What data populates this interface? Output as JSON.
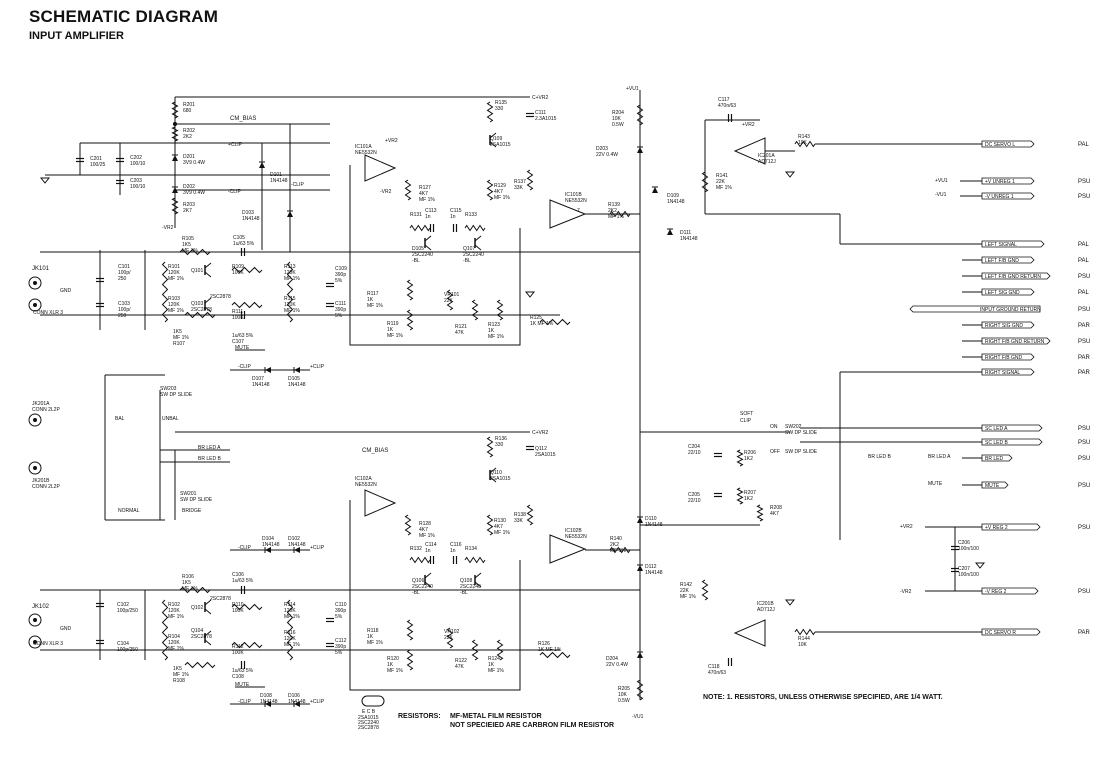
{
  "header": {
    "title": "SCHEMATIC DIAGRAM",
    "subtitle": "INPUT AMPLIFIER"
  },
  "note": "NOTE:  1. RESISTORS, UNLESS OTHERWISE SPECIFIED, ARE 1/4 WATT.",
  "resistor_legend": {
    "label": "RESISTORS:",
    "line1": "MF-METAL FILM RESISTOR",
    "line2": "NOT SPECIEIED ARE CARBRON FILM RESISTOR"
  },
  "output_signals": [
    {
      "label": "DC SERVO L",
      "dest": "PAL"
    },
    {
      "label": "+V UNREG 1",
      "dest": "PSU"
    },
    {
      "label": "-V UNREG 1",
      "dest": "PSU"
    },
    {
      "label": "LEFT SIGNAL",
      "dest": "PAL"
    },
    {
      "label": "LEFT F/B GND",
      "dest": "PAL"
    },
    {
      "label": "LEFT F/B GND RETURN",
      "dest": "PSU"
    },
    {
      "label": "LEFT SIG GND",
      "dest": "PAL"
    },
    {
      "label": "INPUT GROUND RETURN",
      "dest": "PSU"
    },
    {
      "label": "RIGHT SIG GND",
      "dest": "PAR"
    },
    {
      "label": "RIGHT F/B GND RETURN",
      "dest": "PSU"
    },
    {
      "label": "RIGHT F/B GND",
      "dest": "PAR"
    },
    {
      "label": "RIGHT SIGNAL",
      "dest": "PAR"
    },
    {
      "label": "SC LED A",
      "dest": "PSU"
    },
    {
      "label": "SC LED B",
      "dest": "PSU"
    },
    {
      "label": "BR LED",
      "dest": "PSU"
    },
    {
      "label": "MUTE",
      "dest": "PSU"
    },
    {
      "label": "+V REG 2",
      "dest": "PSU"
    },
    {
      "label": "-V REG 2",
      "dest": "PSU"
    },
    {
      "label": "DC SERVO R",
      "dest": "PAR"
    }
  ],
  "rail_labels": {
    "vu1_top": "+VU1",
    "vu1_bottom": "-VU1",
    "vr2_a": "+VR2",
    "vr2_b": "+VR2",
    "vr2_neg": "-VR2",
    "vu1_pos": "+VU1",
    "vu1_neg": "-VU1",
    "vr2_pos_in": "+VR2",
    "vr2_neg_in": "-VR2",
    "cm_bias_1": "CM_BIAS",
    "cm_bias_2": "CM_BIAS",
    "clip_pos": "+CLIP",
    "clip_neg": "-CLIP",
    "mute": "MUTE",
    "br_led_a": "BR LED A",
    "br_led_b": "BR LED B",
    "br_led_b2": "BR LED B",
    "br_led_a2": "BR LED A",
    "soft_clip": "SOFT CLIP",
    "on": "ON",
    "off": "OFF"
  },
  "components": {
    "R201": [
      "R201",
      "680"
    ],
    "R202": [
      "R202",
      "2K2"
    ],
    "R203": [
      "R203",
      "2K7"
    ],
    "D201": [
      "D201",
      "3V9 0.4W"
    ],
    "D202": [
      "D202",
      "3V9 0.4W"
    ],
    "C201": [
      "C201",
      "100/25"
    ],
    "C202": [
      "C202",
      "100/10"
    ],
    "C203": [
      "C203",
      "100/10"
    ],
    "R135": [
      "R135",
      "330"
    ],
    "R136": [
      "R136",
      "330"
    ],
    "C111": [
      "C111",
      "2.3A1015"
    ],
    "C112b": [
      "Q112",
      "2SA1015"
    ],
    "Q109": [
      "Q109",
      "2SA1015"
    ],
    "Q110": [
      "Q110",
      "2SA1015"
    ],
    "IC101A": [
      "IC101A",
      "NE5532N"
    ],
    "IC102A": [
      "IC102A",
      "NE5532N"
    ],
    "IC101B": [
      "IC101B",
      "NE5532N"
    ],
    "IC102B": [
      "IC102B",
      "NE5532N"
    ],
    "R127": [
      "R127",
      "4K7",
      "MF 1%"
    ],
    "R128": [
      "R128",
      "4K7",
      "MF 1%"
    ],
    "R129": [
      "R129",
      "4K7",
      "MF 1%"
    ],
    "R130": [
      "R130",
      "4K7",
      "MF 1%"
    ],
    "R137": [
      "R137",
      "33K"
    ],
    "R138": [
      "R138",
      "33K"
    ],
    "R131": [
      "R131"
    ],
    "R132": [
      "R132"
    ],
    "R133": [
      "R133"
    ],
    "R134": [
      "R134"
    ],
    "C113": [
      "C113",
      "1n"
    ],
    "C115": [
      "C115",
      "1n"
    ],
    "C114": [
      "C114",
      "1n"
    ],
    "C116": [
      "C116",
      "1n"
    ],
    "D105": [
      "D105",
      "2SC2240",
      "-BL"
    ],
    "Q107": [
      "Q107",
      "2SC2240",
      "-BL"
    ],
    "Q106": [
      "Q106",
      "2SC2240",
      "-BL"
    ],
    "Q108": [
      "Q108",
      "2SC2240",
      "-BL"
    ],
    "R139": [
      "R139",
      "2K2",
      "MF 1%"
    ],
    "R140": [
      "R140",
      "2K2",
      "MF 1%"
    ],
    "R204": [
      "R204",
      "10K",
      "0.5W"
    ],
    "R205": [
      "R205",
      "10K",
      "0.5W"
    ],
    "D203": [
      "D203",
      "22V 0.4W"
    ],
    "D204": [
      "D204",
      "22V 0.4W"
    ],
    "D109": [
      "D109",
      "1N4148"
    ],
    "D110": [
      "D110",
      "1N4148"
    ],
    "D111": [
      "D111",
      "1N4148"
    ],
    "D112": [
      "D112",
      "1N4148"
    ],
    "C117": [
      "C117",
      "470n/63"
    ],
    "C118": [
      "C118",
      "470n/63"
    ],
    "R141": [
      "R141",
      "22K",
      "MF 1%"
    ],
    "R142": [
      "R142",
      "22K",
      "MF 1%"
    ],
    "R143": [
      "R143",
      "10K"
    ],
    "R144": [
      "R144",
      "10K"
    ],
    "IC201A": [
      "IC201A",
      "AD712J"
    ],
    "IC201B": [
      "IC201B",
      "AD712J"
    ],
    "JK101": [
      "JK101"
    ],
    "JK102": [
      "JK102"
    ],
    "CONN1": [
      "CONN XLR 3"
    ],
    "CONN2": [
      "CONN XLR 3"
    ],
    "JK201A": [
      "JK201A",
      "CONN 2L2P"
    ],
    "JK201B": [
      "JK201B",
      "CONN 2L2P"
    ],
    "GND1": [
      "GND"
    ],
    "GND2": [
      "GND"
    ],
    "C101": [
      "C101",
      "100p/",
      "250"
    ],
    "C103": [
      "C103",
      "100p/",
      "250"
    ],
    "C102": [
      "C102",
      "100p/250"
    ],
    "C104": [
      "C104",
      "100p/250"
    ],
    "R101": [
      "R101",
      "120K",
      "MF 1%"
    ],
    "R103": [
      "R103",
      "120K",
      "MF 1%"
    ],
    "R102": [
      "R102",
      "120K",
      "MF 1%"
    ],
    "R104": [
      "R104",
      "120K",
      "MF 1%"
    ],
    "R105": [
      "R105",
      "1K5",
      "MF 1%"
    ],
    "R107": [
      "1K5",
      "MF 1%",
      "R107"
    ],
    "R106": [
      "R106",
      "1K5",
      "MF 1%"
    ],
    "R108": [
      "1K5",
      "MF 1%",
      "R108"
    ],
    "Q101": [
      "Q101"
    ],
    "Q103": [
      "Q103",
      "2SC2878"
    ],
    "Q102": [
      "Q102"
    ],
    "Q104": [
      "Q104",
      "2SC2878"
    ],
    "Q101b": [
      "2SC2878"
    ],
    "Q102b": [
      "2SC2878"
    ],
    "R109": [
      "R109",
      "100K"
    ],
    "R111": [
      "R111",
      "100K"
    ],
    "R110": [
      "R110",
      "100K"
    ],
    "R112": [
      "R112",
      "100K"
    ],
    "C105": [
      "C105",
      "1u/63  5%"
    ],
    "C107": [
      "1u/63  5%",
      "C107"
    ],
    "C106": [
      "C106",
      "1u/63  5%"
    ],
    "C108": [
      "1u/63  5%",
      "C108"
    ],
    "R113": [
      "R113",
      "120K",
      "MF 1%"
    ],
    "R115": [
      "R115",
      "120K",
      "MF 1%"
    ],
    "R114": [
      "R114",
      "120K",
      "MF 1%"
    ],
    "R116": [
      "R116",
      "120K",
      "MF 1%"
    ],
    "C109": [
      "C109",
      "390p",
      "5%"
    ],
    "C111b": [
      "C111",
      "390p",
      "5%"
    ],
    "C110": [
      "C110",
      "390p",
      "5%"
    ],
    "C112": [
      "C112",
      "390p",
      "5%"
    ],
    "R117": [
      "R117",
      "1K",
      "MF 1%"
    ],
    "R118": [
      "R118",
      "1K",
      "MF 1%"
    ],
    "R119": [
      "R119",
      "1K",
      "MF 1%"
    ],
    "R120": [
      "R120",
      "1K",
      "MF 1%"
    ],
    "R121": [
      "R121",
      "47K"
    ],
    "R122": [
      "R122",
      "47K"
    ],
    "R123": [
      "R123",
      "1K",
      "MF 1%"
    ],
    "R124": [
      "R124",
      "1K",
      "MF 1%"
    ],
    "VR101": [
      "VR101",
      "22K"
    ],
    "VR102": [
      "VR102",
      "22K"
    ],
    "R125": [
      "R125",
      "1K   MF 1%"
    ],
    "R126": [
      "R126",
      "1K   MF 1%"
    ],
    "D101": [
      "D101",
      "1N4148"
    ],
    "D103": [
      "D103",
      "1N4148"
    ],
    "D107": [
      "D107",
      "1N4148"
    ],
    "D105b": [
      "D105",
      "1N4148"
    ],
    "D104": [
      "D104",
      "1N4148"
    ],
    "D102": [
      "D102",
      "1N4148"
    ],
    "D108": [
      "D108",
      "1N4148"
    ],
    "D106": [
      "D106",
      "1N4148"
    ],
    "SW203": [
      "SW203",
      "SW DP SLIDE"
    ],
    "SW201": [
      "SW201",
      "SW DP SLIDE"
    ],
    "SW202": [
      "SW202",
      "SW DP SLIDE"
    ],
    "BAL": [
      "BAL"
    ],
    "UNBAL": [
      "UNBAL"
    ],
    "NORMAL": [
      "NORMAL"
    ],
    "BRIDGE": [
      "BRIDGE"
    ],
    "C204": [
      "C204",
      "22/10"
    ],
    "C205": [
      "C205",
      "22/10"
    ],
    "R206": [
      "R206",
      "1K2"
    ],
    "R207": [
      "R207",
      "1K2"
    ],
    "R208": [
      "R208",
      "4K7"
    ],
    "C206": [
      "C206",
      "100n/100"
    ],
    "C207": [
      "C207",
      "100n/100"
    ],
    "ECB": [
      "E C B"
    ],
    "transistor_list": [
      "2SA1015",
      "2SC2240",
      "2SC2878"
    ]
  }
}
